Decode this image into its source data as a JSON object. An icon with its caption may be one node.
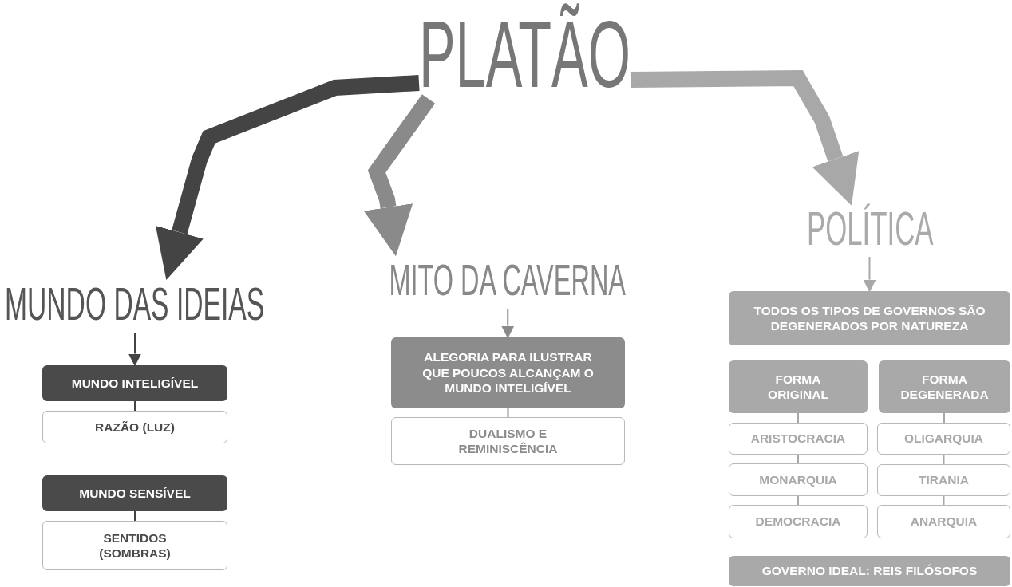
{
  "diagram": {
    "nodes": [
      {
        "text": [
          "PLATÃO"
        ]
      },
      {
        "text": [
          "MUNDO DAS IDEIAS"
        ]
      },
      {
        "text": [
          "MUNDO INTELIGÍVEL"
        ]
      },
      {
        "text": [
          "RAZÃO (LUZ)"
        ]
      },
      {
        "text": [
          "MUNDO SENSÍVEL"
        ]
      },
      {
        "text": [
          "SENTIDOS (SOMBRAS)"
        ]
      },
      {
        "text": [
          "MITO DA CAVERNA"
        ]
      },
      {
        "text": [
          "ALEGORIA PARA ILUSTRAR QUE POUCOS ALCANÇAM O MUNDO INTELIGÍVEL"
        ]
      },
      {
        "text": [
          "DUALISMO E REMINISCÊNCIA"
        ]
      },
      {
        "text": [
          "POLÍTICA"
        ]
      },
      {
        "text": [
          "TODOS OS TIPOS DE GOVERNOS SÃO DEGENERADOS POR NATUREZA"
        ]
      },
      {
        "text": [
          "FORMA ORIGINAL"
        ]
      },
      {
        "text": [
          "FORMA DEGENERADA"
        ]
      },
      {
        "text": [
          "ARISTOCRACIA"
        ]
      },
      {
        "text": [
          "OLIGARQUIA"
        ]
      },
      {
        "text": [
          "MONARQUIA"
        ]
      },
      {
        "text": [
          "TIRANIA"
        ]
      },
      {
        "text": [
          "DEMOCRACIA"
        ]
      },
      {
        "text": [
          "ANARQUIA"
        ]
      },
      {
        "text": [
          "GOVERNO IDEAL: REIS FILÓSOFOS"
        ]
      }
    ],
    "edges": [
      {
        "from": 0,
        "to": 1,
        "arrow": "to",
        "style": "thick",
        "color": "#444444"
      },
      {
        "from": 0,
        "to": 6,
        "arrow": "to",
        "style": "thick",
        "color": "#8a8a8a"
      },
      {
        "from": 0,
        "to": 9,
        "arrow": "to",
        "style": "thick",
        "color": "#a8a8a8"
      },
      {
        "from": 1,
        "to": 2,
        "arrow": "to",
        "color": "#444444"
      },
      {
        "from": 2,
        "to": 3,
        "arrow": "none",
        "color": "#444444"
      },
      {
        "from": 4,
        "to": 5,
        "arrow": "none",
        "color": "#444444"
      },
      {
        "from": 6,
        "to": 7,
        "arrow": "to",
        "color": "#8a8a8a"
      },
      {
        "from": 7,
        "to": 8,
        "arrow": "none",
        "color": "#8a8a8a"
      },
      {
        "from": 9,
        "to": 10,
        "arrow": "to",
        "color": "#a8a8a8"
      },
      {
        "from": 11,
        "to": 13,
        "arrow": "none",
        "color": "#a8a8a8"
      },
      {
        "from": 13,
        "to": 15,
        "arrow": "none",
        "color": "#a8a8a8"
      },
      {
        "from": 15,
        "to": 17,
        "arrow": "none",
        "color": "#a8a8a8"
      },
      {
        "from": 12,
        "to": 14,
        "arrow": "none",
        "color": "#a8a8a8"
      },
      {
        "from": 14,
        "to": 16,
        "arrow": "none",
        "color": "#a8a8a8"
      },
      {
        "from": 16,
        "to": 18,
        "arrow": "none",
        "color": "#a8a8a8"
      }
    ]
  }
}
